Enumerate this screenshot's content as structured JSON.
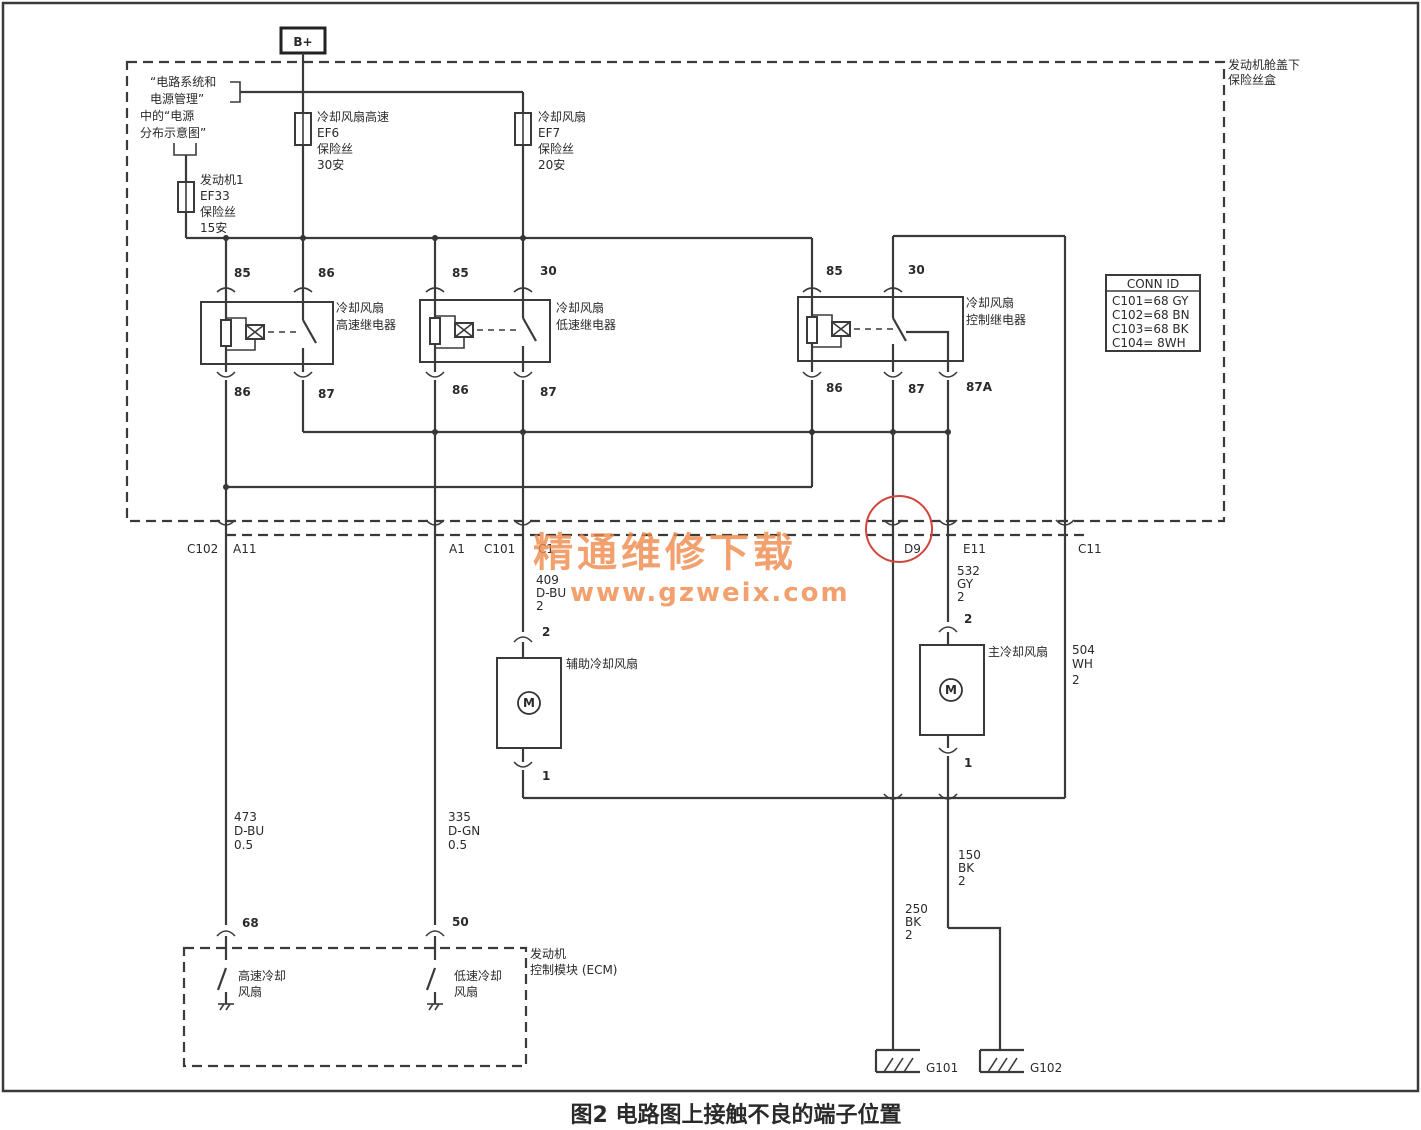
{
  "supply": "B+",
  "fuse_box": [
    "发动机舱盖下",
    "保险丝盒"
  ],
  "note": [
    "“电路系统和",
    "电源管理”",
    "中的“电源",
    "分布示意图”"
  ],
  "fuses": {
    "ef33": [
      "发动机1",
      "EF33",
      "保险丝",
      "15安"
    ],
    "ef6": [
      "冷却风扇高速",
      "EF6",
      "保险丝",
      "30安"
    ],
    "ef7": [
      "冷却风扇",
      "EF7",
      "保险丝",
      "20安"
    ]
  },
  "relays": {
    "high": [
      "冷却风扇",
      "高速继电器"
    ],
    "low": [
      "冷却风扇",
      "低速继电器"
    ],
    "control": [
      "冷却风扇",
      "控制继电器"
    ]
  },
  "relay_pins": {
    "high": [
      "85",
      "86",
      "86",
      "87"
    ],
    "low": [
      "85",
      "30",
      "86",
      "87"
    ],
    "control": [
      "85",
      "30",
      "86",
      "87",
      "87A"
    ]
  },
  "conn_table": {
    "header": "CONN ID",
    "rows": [
      "C101=68 GY",
      "C102=68 BN",
      "C103=68 BK",
      "C104= 8WH"
    ]
  },
  "connectors": {
    "c102": "C102",
    "a11": "A11",
    "a1": "A1",
    "c101": "C101",
    "c1": "C1",
    "d9": "D9",
    "e11": "E11",
    "c11": "C11"
  },
  "wires": {
    "w409": [
      "409",
      "D-BU",
      "2"
    ],
    "w532": [
      "532",
      "GY",
      "2"
    ],
    "w504": [
      "504",
      "WH",
      "2"
    ],
    "w473": [
      "473",
      "D-BU",
      "0.5"
    ],
    "w335": [
      "335",
      "D-GN",
      "0.5"
    ],
    "w150": [
      "150",
      "BK",
      "2"
    ],
    "w250": [
      "250",
      "BK",
      "2"
    ]
  },
  "fans": {
    "aux": {
      "label": "辅助冷却风扇",
      "pin_top": "2",
      "pin_bottom": "1",
      "symbol": "M"
    },
    "main": {
      "label": "主冷却风扇",
      "pin_top": "2",
      "pin_bottom": "1",
      "symbol": "M"
    }
  },
  "ecm": {
    "title": [
      "发动机",
      "控制模块 (ECM)"
    ],
    "pin_high": "68",
    "pin_low": "50",
    "sw_high": [
      "高速冷却",
      "风扇"
    ],
    "sw_low": [
      "低速冷却",
      "风扇"
    ]
  },
  "grounds": {
    "g101": "G101",
    "g102": "G102"
  },
  "watermark": {
    "text": "精通维修下载",
    "url": "www.gzweix.com",
    "color": "#f08a4b"
  },
  "highlight_color": "#d2453a",
  "caption": "图2 电路图上接触不良的端子位置"
}
